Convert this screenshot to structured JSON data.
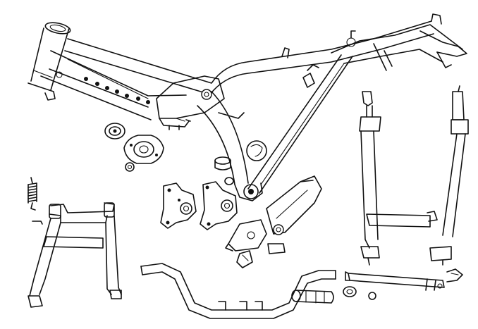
{
  "figure": {
    "kind": "exploded line drawing",
    "line_color": "#111111",
    "background_color": "#ffffff",
    "parts": [
      "main-frame",
      "engine-mount-plate-left",
      "engine-mount-plate-right",
      "rubber-mount-bushing",
      "mount-washer",
      "return-spring",
      "center-stand",
      "side-stand-assembly",
      "handlebar",
      "handlebar-grip",
      "stand-pivot-shaft",
      "pivot-bush",
      "pivot-washer",
      "shaft-spring-clip",
      "frame-spacer-bush",
      "frame-clip"
    ]
  }
}
